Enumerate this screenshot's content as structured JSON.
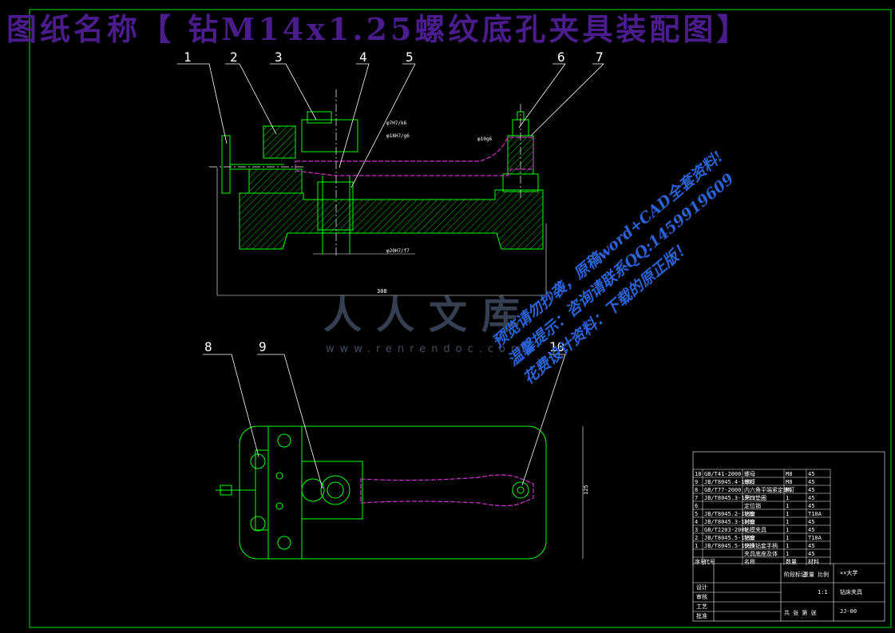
{
  "drawing": {
    "title": "图纸名称【 钻M14x1.25螺纹底孔夹具装配图】",
    "watermark_logo": "人人文库",
    "watermark_url": "www.renrendoc.com",
    "promo_lines": [
      "预览请勿抄袭，原稿word+CAD全套资料!",
      "温馨提示：咨询请联系QQ:1459919609",
      "花费设计资料：下载的原正版！"
    ],
    "callouts": [
      "1",
      "2",
      "3",
      "4",
      "5",
      "6",
      "7",
      "8",
      "9",
      "10"
    ],
    "dimensions": {
      "overall_length": "308",
      "width": "125",
      "fit_1": "φ7H7/k6",
      "fit_2": "φ18H7/g6",
      "fit_3": "φ20H7/f7",
      "fit_4": "φ10g6"
    },
    "colors": {
      "frame": "#00e000",
      "part_line": "#00ff00",
      "section_hatch": "#00c800",
      "workpiece": "#cc33cc",
      "centerline": "#ffffff",
      "title_color": "#4a1c8c",
      "promo_color": "#2b62d6"
    },
    "title_block": {
      "bom_rows": [
        {
          "no": "10",
          "code": "GB/T41-2000",
          "name": "螺母",
          "qty": "M8",
          "mat": "45"
        },
        {
          "no": "9",
          "code": "JB/T8045.4-1999",
          "name": "螺钉",
          "qty": "M8",
          "mat": "45"
        },
        {
          "no": "8",
          "code": "GB/T77-2000",
          "name": "内六角平端紧定螺钉",
          "qty": "M6",
          "mat": "45"
        },
        {
          "no": "7",
          "code": "JB/T8045.3-1999",
          "name": "开口垫圈",
          "qty": "1",
          "mat": "45"
        },
        {
          "no": "6",
          "code": "",
          "name": "定位销",
          "qty": "1",
          "mat": "45"
        },
        {
          "no": "5",
          "code": "JB/T8045.2-1999",
          "name": "钻套",
          "qty": "1",
          "mat": "T10A"
        },
        {
          "no": "4",
          "code": "JB/T8045.3-1999",
          "name": "衬套",
          "qty": "1",
          "mat": "45"
        },
        {
          "no": "3",
          "code": "GB/T2203-2000",
          "name": "钻模夹具",
          "qty": "1",
          "mat": "45"
        },
        {
          "no": "2",
          "code": "JB/T8045.5-1999",
          "name": "钻套",
          "qty": "1",
          "mat": "T10A"
        },
        {
          "no": "1",
          "code": "JB/T8045.5-1999",
          "name": "快换钻套手柄",
          "qty": "1",
          "mat": "45"
        },
        {
          "no": "",
          "code": "",
          "name": "夹具底座及体",
          "qty": "1",
          "mat": "45"
        }
      ],
      "header": {
        "no": "序号",
        "code": "代号",
        "name": "名称",
        "qty": "数量",
        "mat": "材料"
      },
      "school": "××大学",
      "drawing_name": "钻床夹具",
      "scale": "1:1",
      "drawing_no": "JJ-00",
      "labels": {
        "design": "设计",
        "check": "审核",
        "process": "工艺",
        "approve": "批准",
        "scale_label": "比例",
        "weight": "重量",
        "stage": "阶段标记",
        "sheet": "共 张 第 张"
      }
    }
  }
}
